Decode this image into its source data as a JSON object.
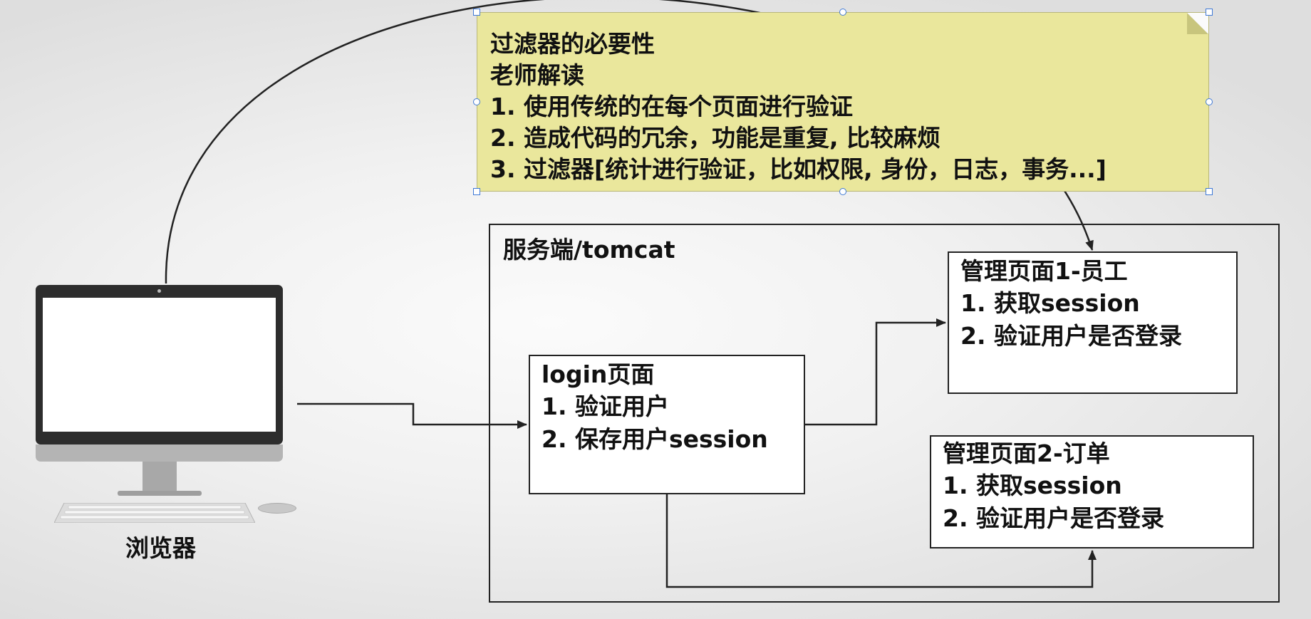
{
  "note": {
    "lines": [
      "过滤器的必要性",
      "老师解读",
      "1. 使用传统的在每个页面进行验证",
      "2. 造成代码的冗余，功能是重复, 比较麻烦",
      "3. 过滤器[统计进行验证，比如权限, 身份，日志，事务...]"
    ]
  },
  "server": {
    "title": "服务端/tomcat"
  },
  "login_box": {
    "title": "login页面",
    "steps": [
      "1. 验证用户",
      "2. 保存用户session"
    ]
  },
  "page1_box": {
    "title": "管理页面1-员工",
    "steps": [
      "1. 获取session",
      "2. 验证用户是否登录"
    ]
  },
  "page2_box": {
    "title": "管理页面2-订单",
    "steps": [
      "1. 获取session",
      "2. 验证用户是否登录"
    ]
  },
  "browser": {
    "label": "浏览器"
  },
  "colors": {
    "note_fill": "#eae79c",
    "selection_handle": "#3f79d6",
    "line": "#222222"
  }
}
